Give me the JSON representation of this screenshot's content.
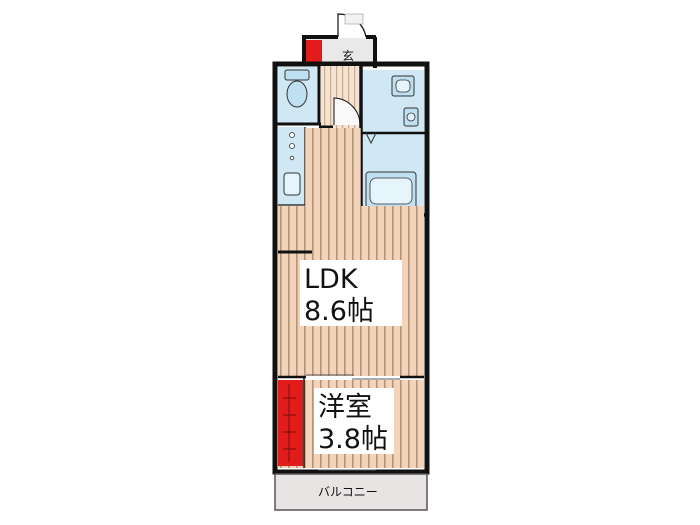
{
  "rooms": {
    "entrance": {
      "label": "玄"
    },
    "ldk": {
      "name": "LDK",
      "size": "8.6帖"
    },
    "western_room": {
      "name": "洋室",
      "size": "3.8帖"
    },
    "balcony": {
      "label": "バルコニー"
    }
  },
  "colors": {
    "wall": "#111111",
    "floor": "#f3d3b9",
    "floor_stripe": "#b49476",
    "wet_area": "#cfe8f4",
    "fixture": "#bfe0f0",
    "closet_red": "#e21b1b",
    "balcony": "#e7e4e3",
    "entry_floor": "#dcdcdc"
  }
}
